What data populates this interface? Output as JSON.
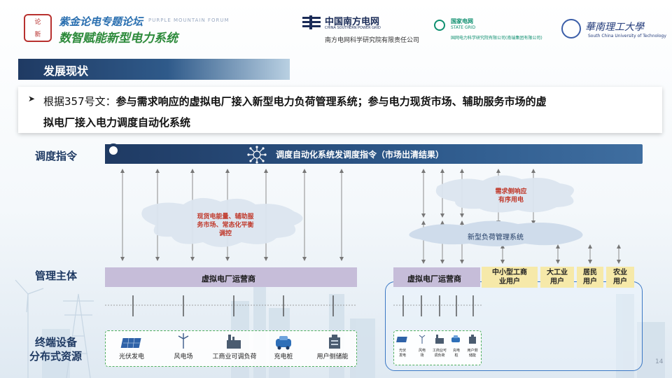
{
  "header": {
    "seal_chars": [
      "论",
      "新"
    ],
    "forum_line1": "紫金论电专题论坛",
    "forum_line1_en": "PURPLE MOUNTAIN FORUM",
    "forum_line2": "数智赋能新型电力系统",
    "csg_name": "中国南方电网",
    "csg_name_en": "CHINA SOUTHERN POWER GRID",
    "csg_institute": "南方电网科学研究院有限责任公司",
    "sg_name": "国家电网",
    "sg_name_en": "STATE GRID",
    "sg_institute": "国网电力科学研究院有限公司(南瑞集团有限公司)",
    "scut_name": "華南理工大學",
    "scut_name_en": "South China University of Technology"
  },
  "section_title": "发展现状",
  "point": {
    "bullet": "➤",
    "prefix": "根据357号文：",
    "line1_rest": "参与需求响应的虚拟电厂接入新型电力负荷管理系统；参与电力现货市场、辅助服务市场的虚",
    "line2": "拟电厂接入电力调度自动化系统"
  },
  "diagram": {
    "row_labels": {
      "dispatch": "调度指令",
      "manager": "管理主体",
      "terminal_line1": "终端设备",
      "terminal_line2": "分布式资源"
    },
    "dispatch_bar": "调度自动化系统发调度指令（市场出清结果）",
    "left_cloud": [
      "现货电能量、辅助服",
      "务市场、常态化平衡",
      "调控"
    ],
    "right_cloud": [
      "需求侧响应",
      "有序用电"
    ],
    "load_mgmt_system": "新型负荷管理系统",
    "vpp_left": "虚拟电厂运营商",
    "vpp_right": "虚拟电厂运营商",
    "user_boxes": [
      [
        "中小型工商",
        "业用户"
      ],
      [
        "大工业",
        "用户"
      ],
      [
        "居民",
        "用户"
      ],
      [
        "农业",
        "用户"
      ]
    ],
    "devices_left": [
      "光伏发电",
      "风电场",
      "工商业可调负荷",
      "充电桩",
      "用户侧储能"
    ],
    "devices_right": [
      [
        "光伏",
        "发电"
      ],
      [
        "风电",
        "场"
      ],
      [
        "工商业可",
        "调负荷"
      ],
      [
        "充电",
        "桩"
      ],
      [
        "用户侧",
        "储能"
      ]
    ]
  },
  "colors": {
    "navy": "#1f3a63",
    "vpp_purple": "#c6bdd9",
    "user_yellow": "#f6e9a9",
    "cloud_red": "#c0392b",
    "device_border_green": "#4fae5f",
    "right_frame_blue": "#3b78c4"
  },
  "page_number": "14"
}
